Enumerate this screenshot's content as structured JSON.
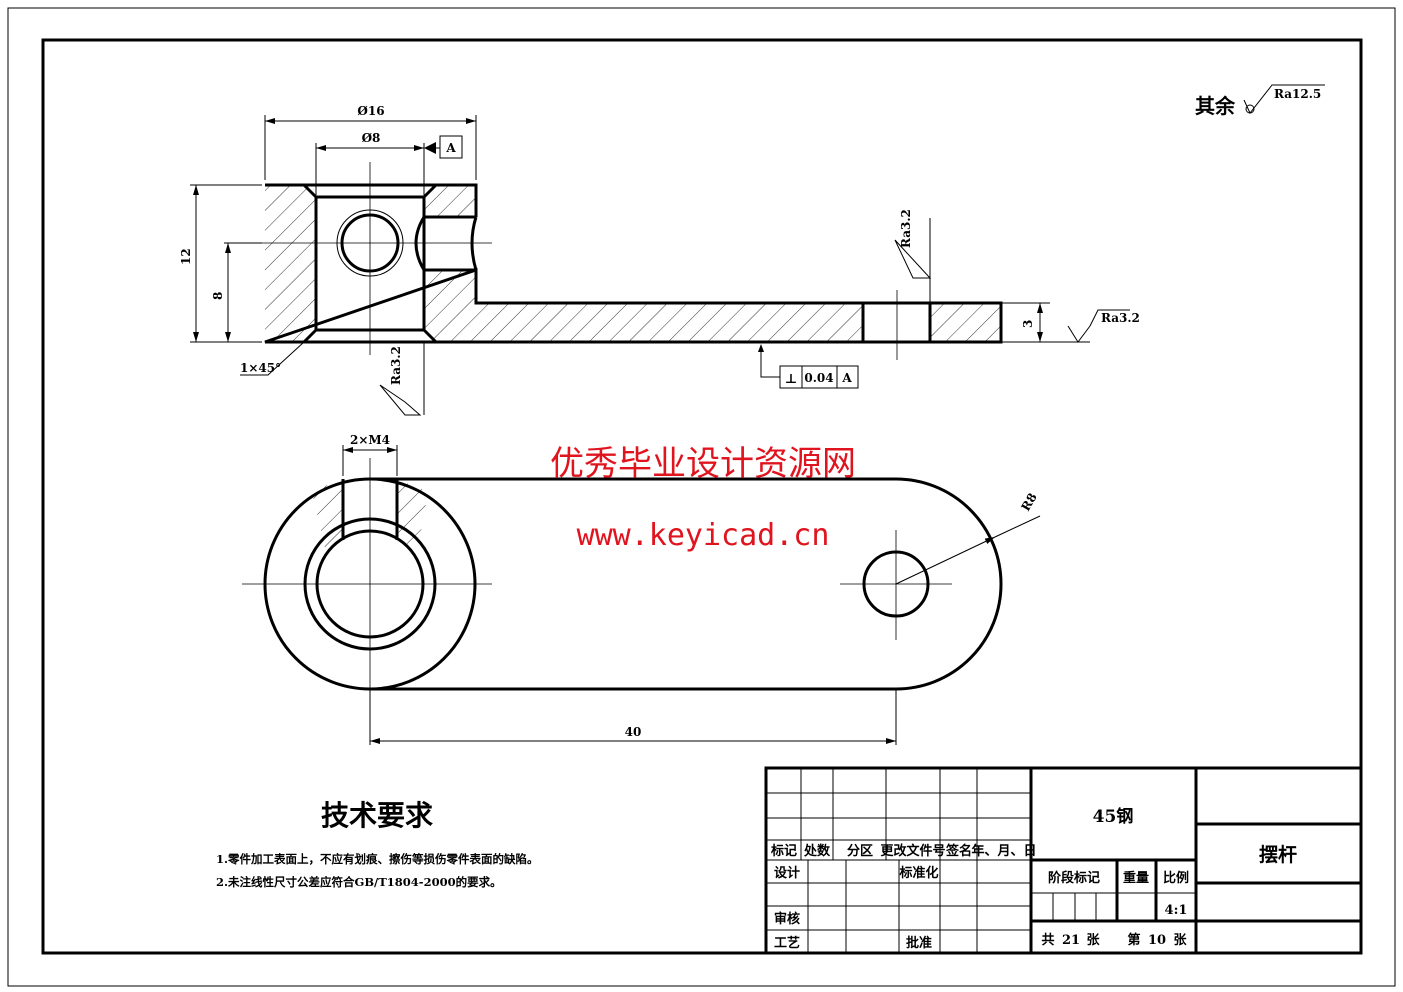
{
  "front_view": {
    "dim_outer_dia": "Ø16",
    "dim_inner_dia": "Ø8",
    "datum": "A",
    "dim_height": "12",
    "dim_hole_pos": "8",
    "chamfer": "1×45°",
    "roughness_bore": "Ra3.2",
    "roughness_hole": "Ra3.2",
    "roughness_arm": "Ra3.2",
    "dim_arm_thickness": "3",
    "tolerance_symbol": "⊥",
    "tolerance_value": "0.04",
    "tolerance_datum": "A"
  },
  "general_roughness": {
    "prefix": "其余",
    "value": "Ra12.5"
  },
  "top_view": {
    "thread": "2×M4",
    "radius": "R8",
    "center_distance": "40"
  },
  "watermark": {
    "title": "优秀毕业设计资源网",
    "url": "www.keyicad.cn",
    "color": "#e0141e"
  },
  "tech_requirements": {
    "title": "技术要求",
    "items": [
      "1.零件加工表面上，不应有划痕、擦伤等损伤零件表面的缺陷。",
      "2.未注线性尺寸公差应符合GB/T1804-2000的要求。"
    ]
  },
  "title_block": {
    "headers": [
      "标记",
      "处数",
      "分区",
      "更改文件号",
      "签名",
      "年、月、日"
    ],
    "design": "设计",
    "standardization": "标准化",
    "review": "审核",
    "process": "工艺",
    "approve": "批准",
    "material": "45钢",
    "stage_mark": "阶段标记",
    "weight": "重量",
    "scale_label": "比例",
    "scale": "4:1",
    "total_prefix": "共",
    "total": "21",
    "sheet_unit1": "张",
    "sheet_prefix": "第",
    "sheet": "10",
    "sheet_unit2": "张",
    "part_name": "摆杆"
  }
}
